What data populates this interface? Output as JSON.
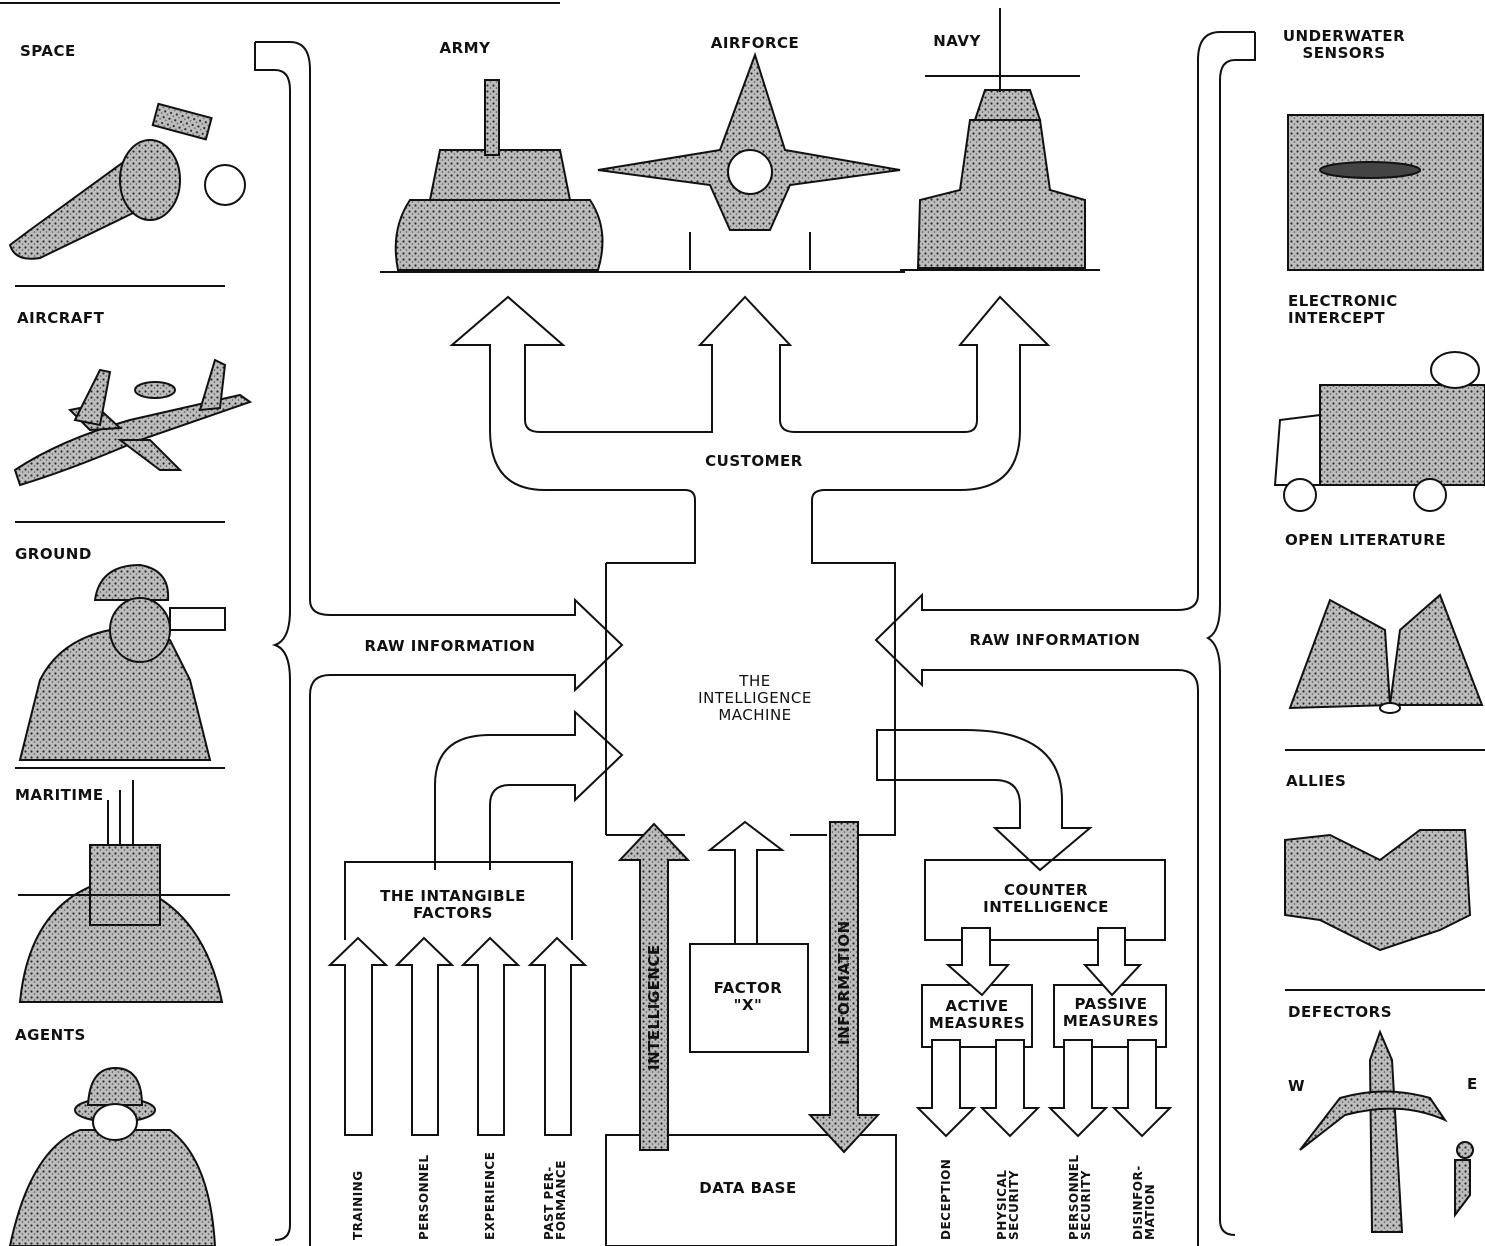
{
  "sources_left": [
    {
      "label": "SPACE",
      "icon": "satellite-icon"
    },
    {
      "label": "AIRCRAFT",
      "icon": "awacs-aircraft-icon"
    },
    {
      "label": "GROUND",
      "icon": "soldier-binoculars-icon"
    },
    {
      "label": "MARITIME",
      "icon": "submarine-icon"
    },
    {
      "label": "AGENTS",
      "icon": "agent-icon"
    }
  ],
  "sources_right": [
    {
      "label": "UNDERWATER\nSENSORS",
      "icon": "underwater-sensor-icon"
    },
    {
      "label": "ELECTRONIC\nINTERCEPT",
      "icon": "radar-truck-icon"
    },
    {
      "label": "OPEN LITERATURE",
      "icon": "open-book-icon"
    },
    {
      "label": "ALLIES",
      "icon": "handshake-icon"
    },
    {
      "label": "DEFECTORS",
      "icon": "defector-signpost-icon"
    }
  ],
  "defector_directions": {
    "west": "W",
    "east": "E"
  },
  "customers": [
    {
      "label": "ARMY",
      "icon": "tank-icon"
    },
    {
      "label": "AIRFORCE",
      "icon": "fighter-jet-icon"
    },
    {
      "label": "NAVY",
      "icon": "battleship-icon"
    }
  ],
  "flow": {
    "customer": "CUSTOMER",
    "raw_information_left": "RAW INFORMATION",
    "raw_information_right": "RAW INFORMATION",
    "machine": "THE\nINTELLIGENCE\nMACHINE",
    "intangible_factors": "THE INTANGIBLE\nFACTORS",
    "factor_x": "FACTOR\n\"X\"",
    "intelligence": "INTELLIGENCE",
    "information": "INFORMATION",
    "data_base": "DATA BASE",
    "counter_intelligence": "COUNTER\nINTELLIGENCE",
    "active_measures": "ACTIVE\nMEASURES",
    "passive_measures": "PASSIVE\nMEASURES"
  },
  "intangibles": [
    "TRAINING",
    "PERSONNEL",
    "EXPERIENCE",
    "PAST PER-\nFORMANCE"
  ],
  "active_items": [
    "DECEPTION",
    "PHYSICAL\nSECURITY"
  ],
  "passive_items": [
    "PERSONNEL\nSECURITY",
    "DISINFOR-\nMATION"
  ],
  "colors": {
    "ink": "#111111",
    "fill": "#9a9a9a",
    "paper": "#ffffff"
  }
}
